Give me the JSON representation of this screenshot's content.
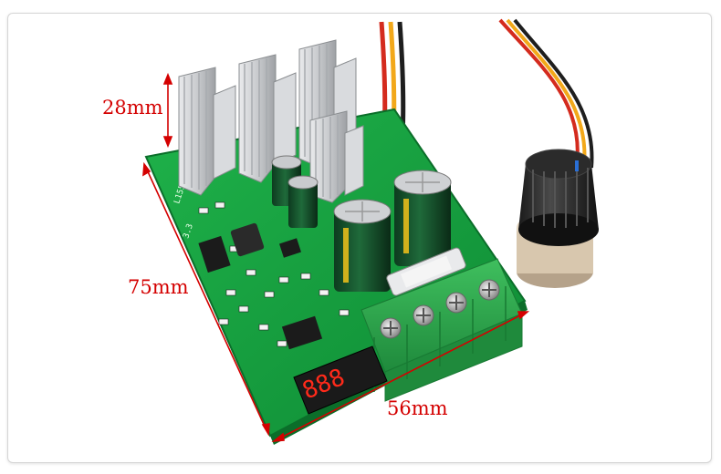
{
  "dimensions": {
    "height_label": "28mm",
    "length_label": "75mm",
    "width_label": "56mm"
  },
  "board": {
    "silkscreen_label": "L1558",
    "display_digits": "888",
    "vref_label": "3.3"
  },
  "colors": {
    "dimension_text": "#d40000",
    "pcb_green": "#14a03c",
    "terminal_green": "#2ea84a",
    "display_red": "#ff2a1a"
  }
}
